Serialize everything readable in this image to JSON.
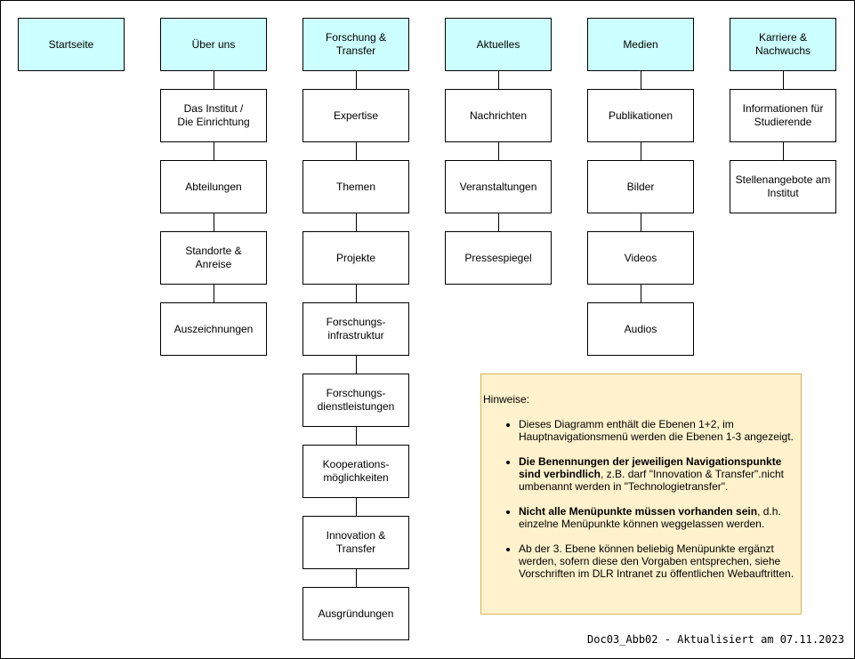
{
  "columns": [
    {
      "id": "startseite",
      "label": "Startseite",
      "children": []
    },
    {
      "id": "ueber-uns",
      "label": "Über uns",
      "children": [
        "Das Institut /\nDie Einrichtung",
        "Abteilungen",
        "Standorte &\nAnreise",
        "Auszeichnungen"
      ]
    },
    {
      "id": "forschung-transfer",
      "label": "Forschung &\nTransfer",
      "children": [
        "Expertise",
        "Themen",
        "Projekte",
        "Forschungs-\ninfrastruktur",
        "Forschungs-\ndienstleistungen",
        "Kooperations-\nmöglichkeiten",
        "Innovation & Transfer",
        "Ausgründungen"
      ]
    },
    {
      "id": "aktuelles",
      "label": "Aktuelles",
      "children": [
        "Nachrichten",
        "Veranstaltungen",
        "Pressespiegel"
      ]
    },
    {
      "id": "medien",
      "label": "Medien",
      "children": [
        "Publikationen",
        "Bilder",
        "Videos",
        "Audios"
      ]
    },
    {
      "id": "karriere-nachwuchs",
      "label": "Karriere &\nNachwuchs",
      "children": [
        "Informationen für\nStudierende",
        "Stellenangebote am\nInstitut"
      ]
    }
  ],
  "colors": {
    "top_fill": "#ccffff",
    "note_fill": "#fff2cc",
    "note_border": "#d6b656"
  },
  "note": {
    "title": "Hinweise:",
    "items": [
      {
        "bold": "",
        "text": "Dieses Diagramm enthält die Ebenen 1+2, im Hauptnavigationsmenü werden die Ebenen 1-3 angezeigt."
      },
      {
        "bold": "Die Benennungen der jeweiligen Navigationspunkte sind verbindlich",
        "text": ", z.B. darf \"Innovation & Transfer\".nicht umbenannt werden in \"Technologietransfer\"."
      },
      {
        "bold": "Nicht alle Menüpunkte müssen vorhanden sein",
        "text": ", d.h. einzelne Menüpunkte können weggelassen werden."
      },
      {
        "bold": "",
        "text": "Ab der 3. Ebene können beliebig Menüpunkte ergänzt werden, sofern diese den Vorgaben entsprechen, siehe Vorschriften im DLR Intranet zu öffentlichen Webauftritten."
      }
    ]
  },
  "footer": {
    "stamp": "Doc03_Abb02 - Aktualisiert am 07.11.2023"
  }
}
